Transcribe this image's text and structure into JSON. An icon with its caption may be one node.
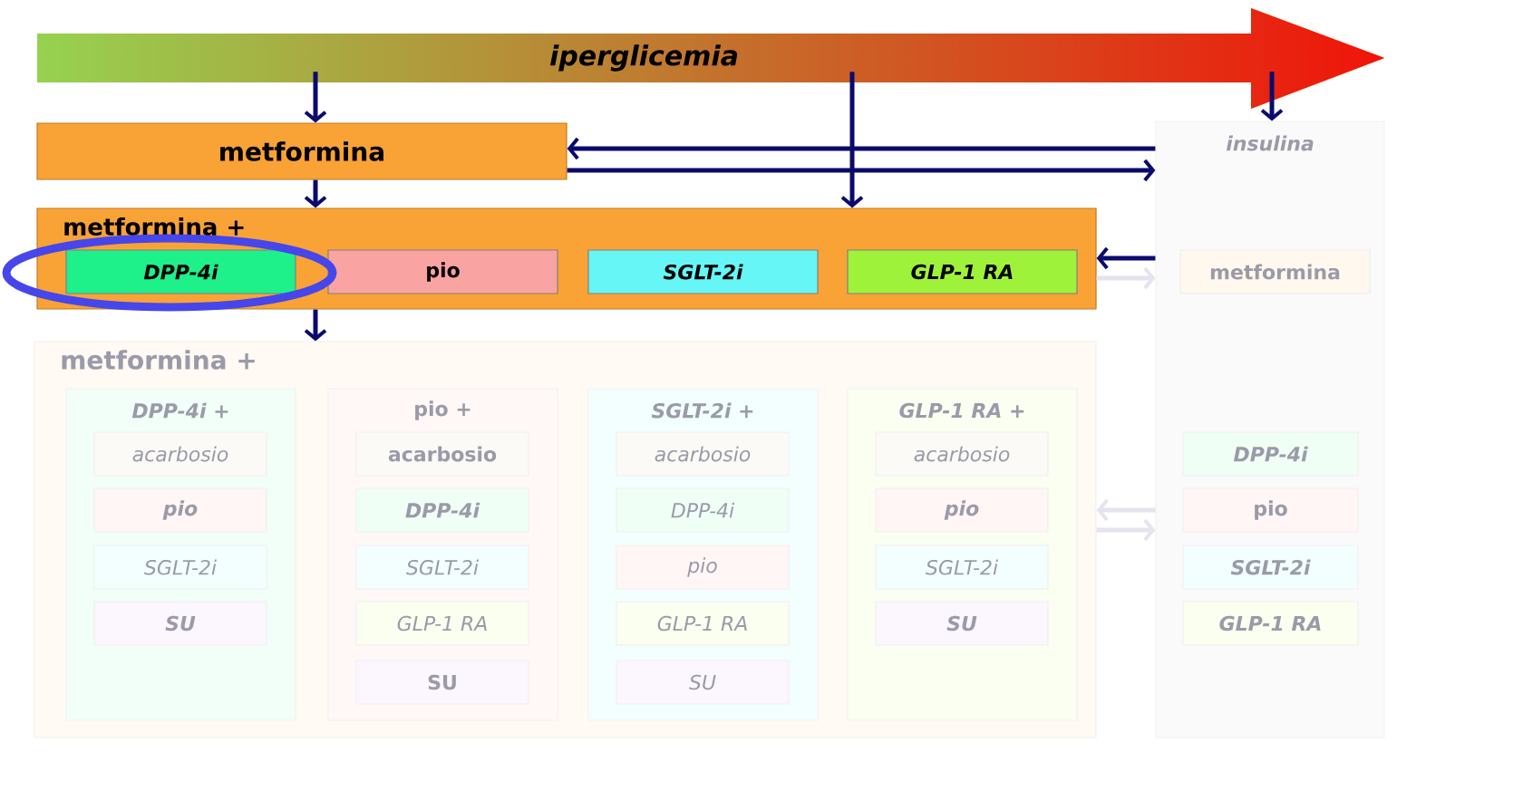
{
  "diagram": {
    "nodes": [
      {
        "text": [
          "iperglicemia"
        ]
      },
      {
        "text": [
          "metformina"
        ]
      },
      {
        "text": [
          "metformina +"
        ]
      },
      {
        "text": [
          "DPP-4i"
        ],
        "in": 2
      },
      {
        "text": [
          "pio"
        ],
        "in": 2
      },
      {
        "text": [
          "SGLT-2i"
        ],
        "in": 2
      },
      {
        "text": [
          "GLP-1 RA"
        ],
        "in": 2
      },
      {
        "text": [
          "metformina +"
        ]
      },
      {
        "text": [
          "DPP-4i +"
        ],
        "in": 7
      },
      {
        "text": [
          "acarbosio"
        ],
        "in": 8
      },
      {
        "text": [
          "pio"
        ],
        "in": 8
      },
      {
        "text": [
          "SGLT-2i"
        ],
        "in": 8
      },
      {
        "text": [
          "SU"
        ],
        "in": 8
      },
      {
        "text": [
          "pio +"
        ],
        "in": 7
      },
      {
        "text": [
          "acarbosio"
        ],
        "in": 13
      },
      {
        "text": [
          "DPP-4i"
        ],
        "in": 13
      },
      {
        "text": [
          "SGLT-2i"
        ],
        "in": 13
      },
      {
        "text": [
          "GLP-1 RA"
        ],
        "in": 13
      },
      {
        "text": [
          "SU"
        ],
        "in": 13
      },
      {
        "text": [
          "SGLT-2i +"
        ],
        "in": 7
      },
      {
        "text": [
          "acarbosio"
        ],
        "in": 19
      },
      {
        "text": [
          "DPP-4i"
        ],
        "in": 19
      },
      {
        "text": [
          "pio"
        ],
        "in": 19
      },
      {
        "text": [
          "GLP-1 RA"
        ],
        "in": 19
      },
      {
        "text": [
          "SU"
        ],
        "in": 19
      },
      {
        "text": [
          "GLP-1 RA +"
        ],
        "in": 7
      },
      {
        "text": [
          "acarbosio"
        ],
        "in": 25
      },
      {
        "text": [
          "pio"
        ],
        "in": 25
      },
      {
        "text": [
          "SGLT-2i"
        ],
        "in": 25
      },
      {
        "text": [
          "SU"
        ],
        "in": 25
      },
      {
        "text": [
          "insulina"
        ]
      },
      {
        "text": [
          "metformina"
        ],
        "in": 30
      },
      {
        "text": [
          "DPP-4i"
        ],
        "in": 30
      },
      {
        "text": [
          "pio"
        ],
        "in": 30
      },
      {
        "text": [
          "SGLT-2i"
        ],
        "in": 30
      },
      {
        "text": [
          "GLP-1 RA"
        ],
        "in": 30
      }
    ],
    "edges": [
      {
        "from": 0,
        "to": 1,
        "arrow": "to"
      },
      {
        "from": 1,
        "to": 2,
        "arrow": "to"
      },
      {
        "from": 0,
        "to": 2,
        "arrow": "to"
      },
      {
        "from": 0,
        "to": 30,
        "arrow": "to"
      },
      {
        "from": 30,
        "to": 1,
        "arrow": "to"
      },
      {
        "from": 1,
        "to": 30,
        "arrow": "to"
      },
      {
        "from": 30,
        "to": 2,
        "arrow": "to"
      },
      {
        "from": 2,
        "to": 30,
        "arrow": "to",
        "color": "#e4e4ef"
      },
      {
        "from": 2,
        "to": 7,
        "arrow": "to"
      },
      {
        "from": 30,
        "to": 7,
        "arrow": "to",
        "color": "#e4e4ef"
      },
      {
        "from": 7,
        "to": 30,
        "arrow": "to",
        "color": "#e4e4ef"
      }
    ]
  }
}
